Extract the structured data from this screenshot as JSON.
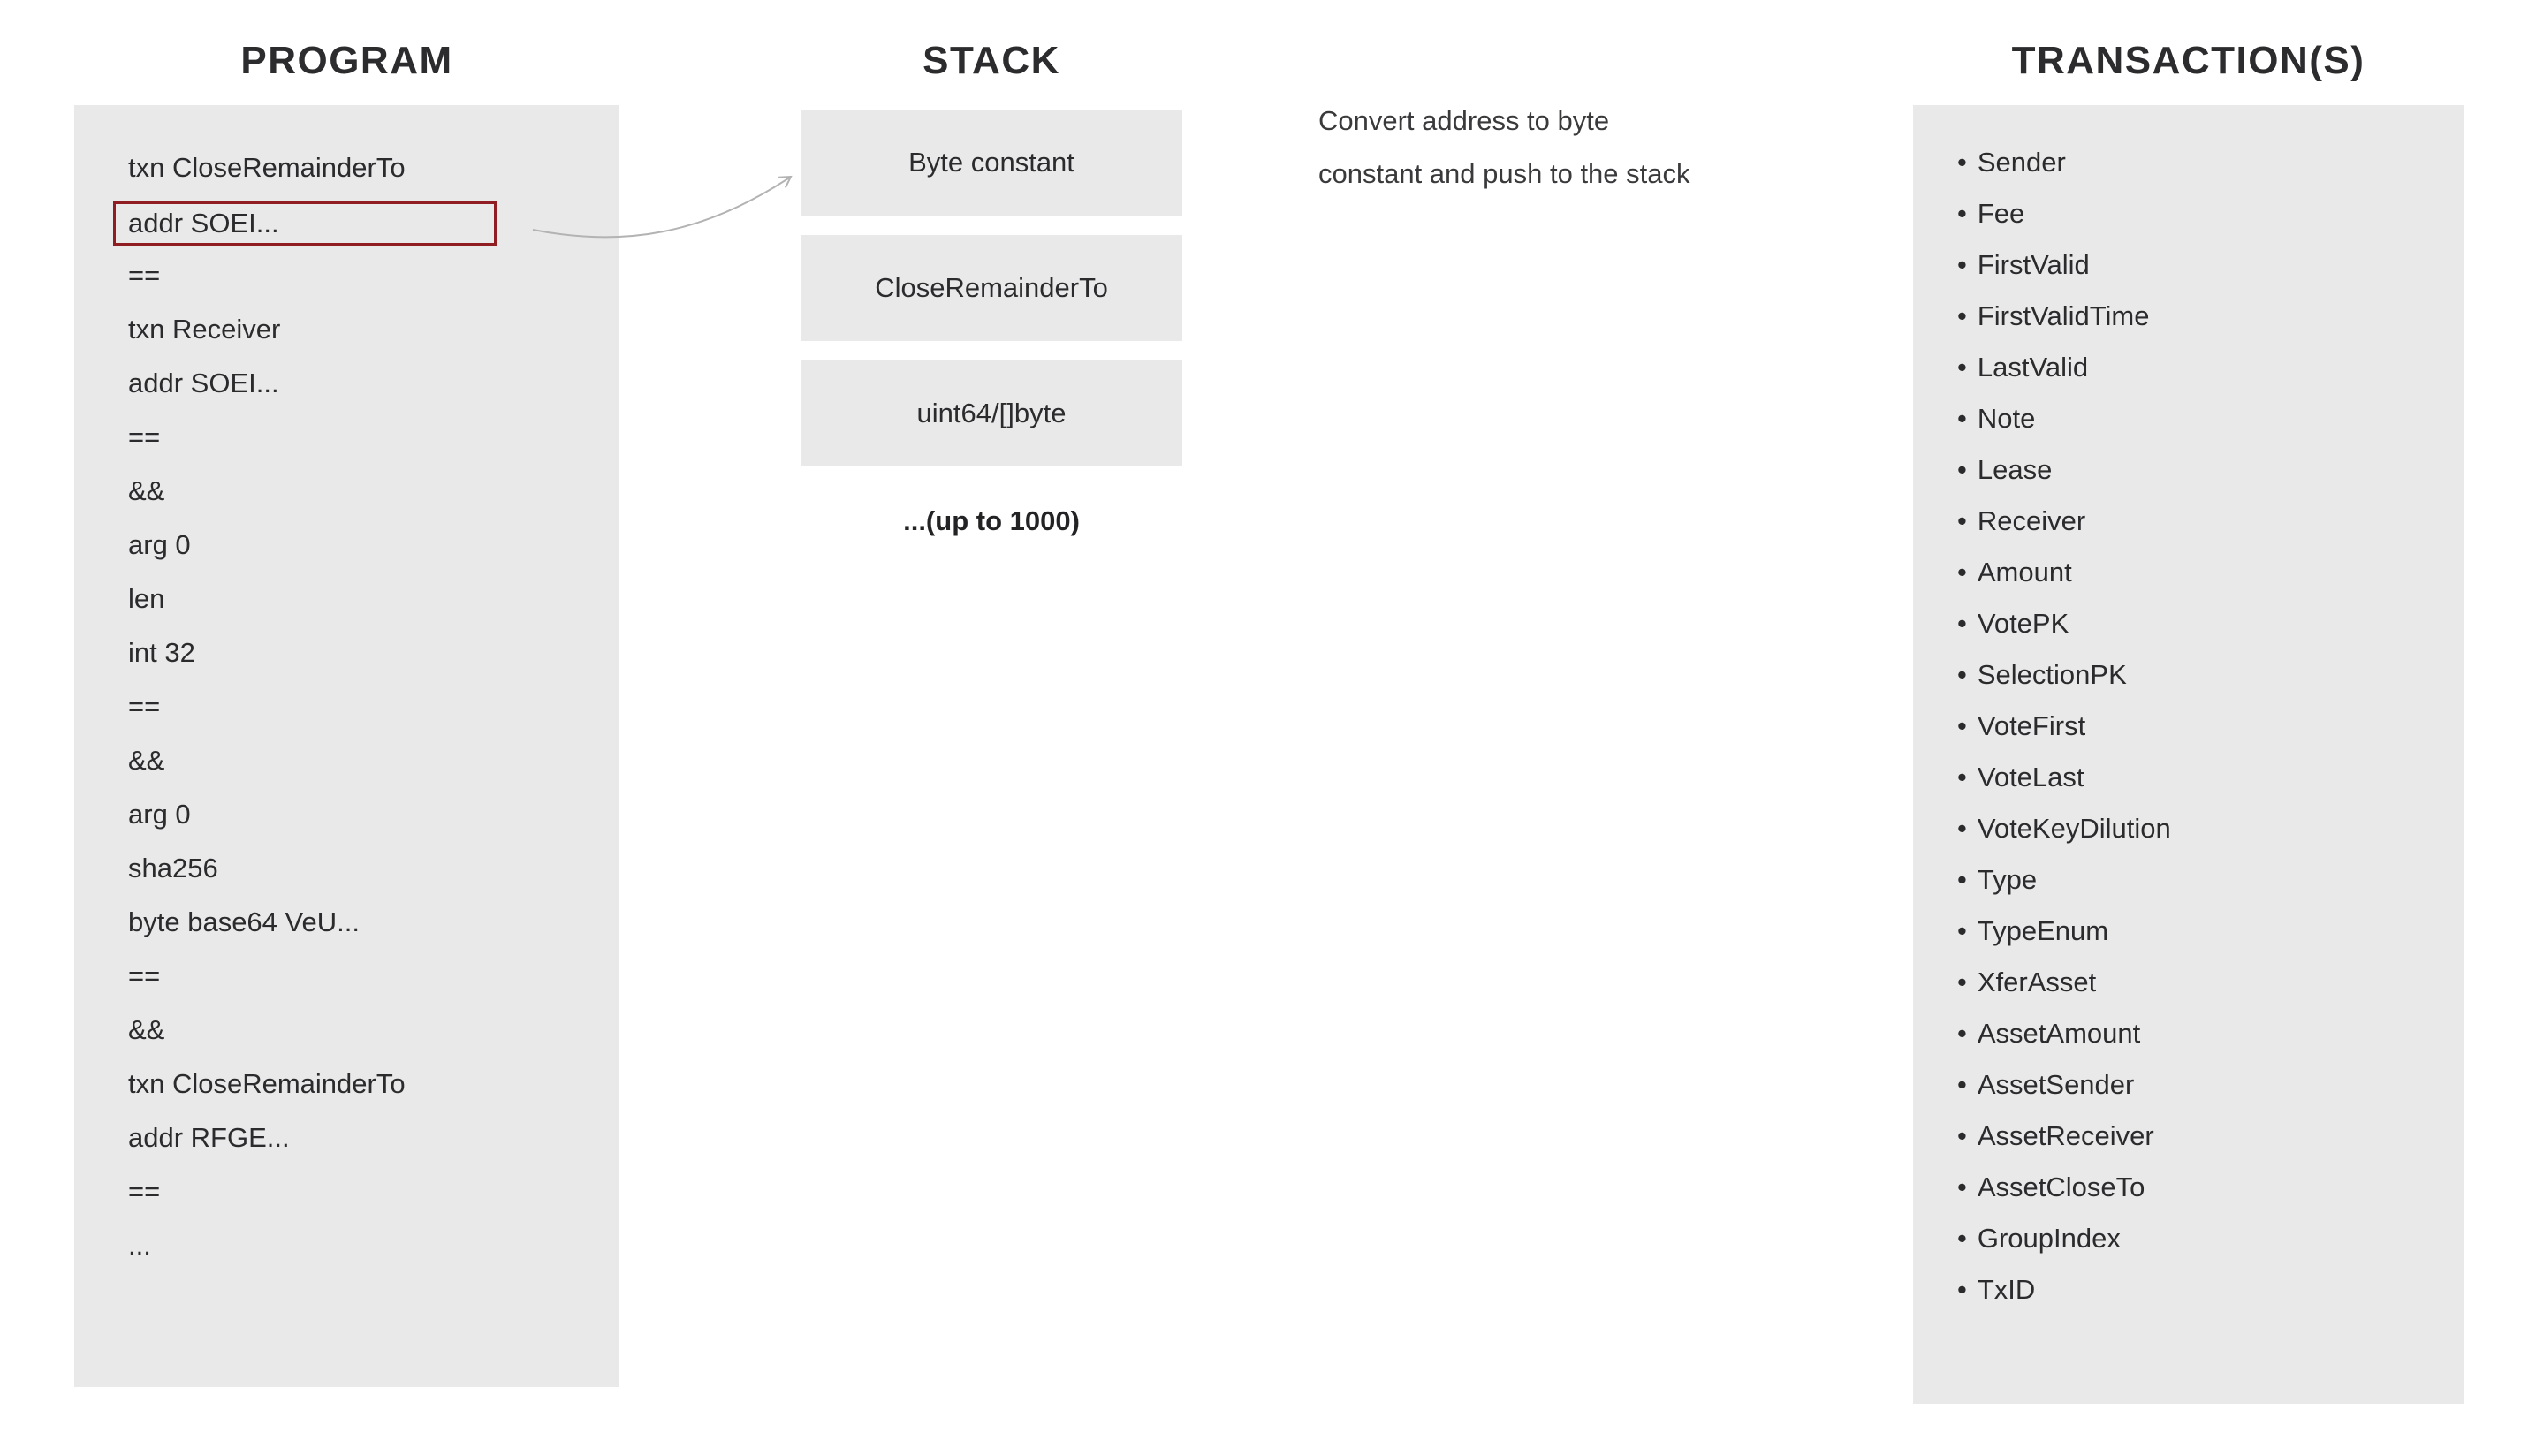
{
  "program": {
    "title": "PROGRAM",
    "lines": [
      "txn CloseRemainderTo",
      "addr SOEI...",
      "==",
      "txn Receiver",
      "addr SOEI...",
      "==",
      "&&",
      "arg 0",
      "len",
      "int 32",
      "==",
      "&&",
      "arg 0",
      "sha256",
      "byte base64 VeU...",
      "==",
      "&&",
      "txn CloseRemainderTo",
      "addr RFGE...",
      "==",
      "..."
    ],
    "highlighted_line_index": 1
  },
  "stack": {
    "title": "STACK",
    "boxes": [
      "Byte constant",
      "CloseRemainderTo",
      "uint64/[]byte"
    ],
    "overflow_label": "...(up to 1000)"
  },
  "annotation": {
    "lines": [
      "Convert address to byte",
      "constant and push to the stack"
    ]
  },
  "transactions": {
    "title": "TRANSACTION(S)",
    "items": [
      "Sender",
      "Fee",
      "FirstValid",
      "FirstValidTime",
      "LastValid",
      "Note",
      "Lease",
      "Receiver",
      "Amount",
      "VotePK",
      "SelectionPK",
      "VoteFirst",
      "VoteLast",
      "VoteKeyDilution",
      "Type",
      "TypeEnum",
      "XferAsset",
      "AssetAmount",
      "AssetSender",
      "AssetReceiver",
      "AssetCloseTo",
      "GroupIndex",
      "TxID"
    ]
  },
  "colors": {
    "panel_bg": "#e9e9ea",
    "text_color": "#2b2b2d",
    "highlight_border": "#8f1d21",
    "arrow_color": "#b3b3b3"
  }
}
